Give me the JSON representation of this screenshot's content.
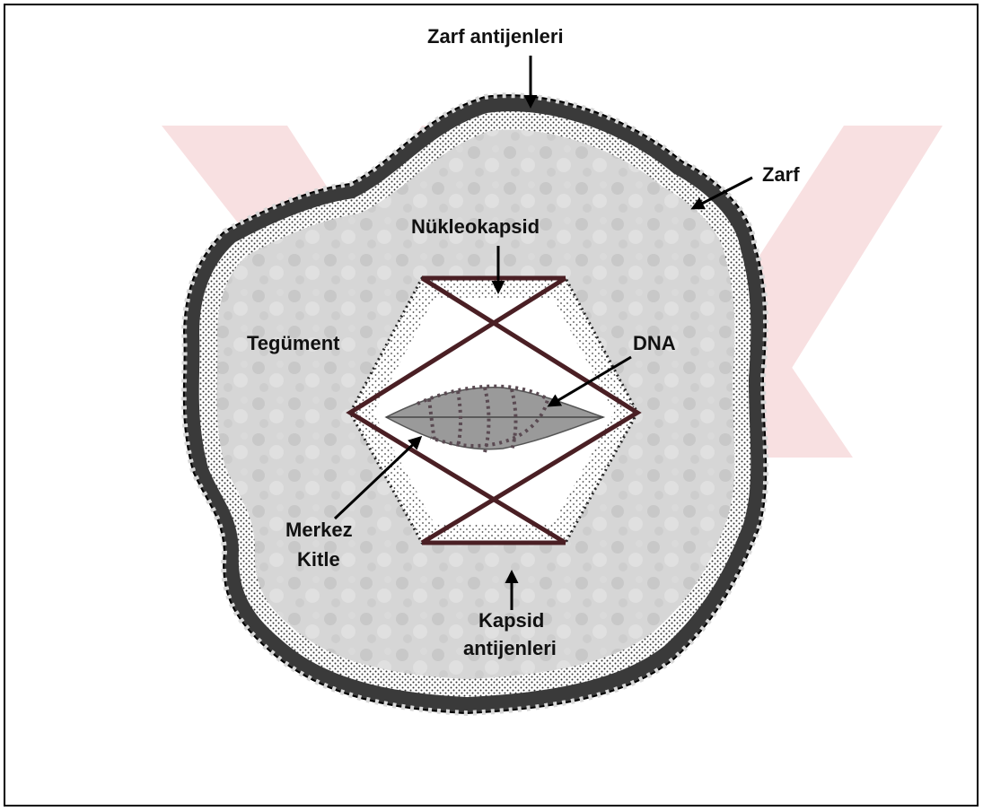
{
  "labels": {
    "envelope_antigens": "Zarf antijenleri",
    "envelope": "Zarf",
    "nucleocapsid": "Nükleokapsid",
    "tegument": "Tegüment",
    "dna": "DNA",
    "core_line1": "Merkez",
    "core_line2": "Kitle",
    "capsid_antigens_line1": "Kapsid",
    "capsid_antigens_line2": "antijenleri"
  },
  "colors": {
    "watermark": "#f3c7c9",
    "tegument_fill": "#d4d4d4",
    "envelope_bead": "#3a3a3a",
    "capsid_line": "#4a1f24",
    "core_fill": "#9a9a9a",
    "dna_dots": "#5a4a52"
  }
}
